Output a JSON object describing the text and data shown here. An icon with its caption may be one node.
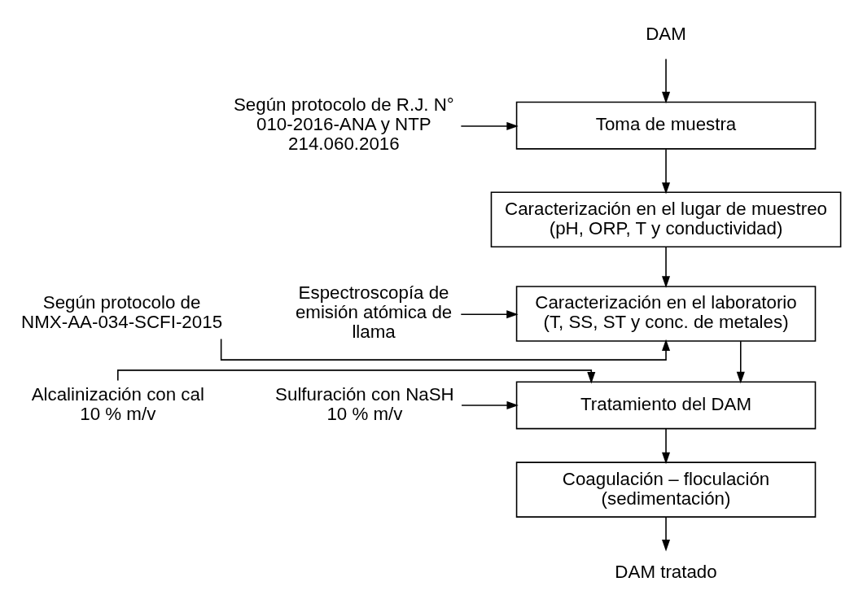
{
  "diagram": {
    "nodes": [
      {
        "text": [
          "DAM"
        ]
      },
      {
        "text": [
          "Según protocolo de R.J. N° 010-2016-ANA y NTP 214.060.2016"
        ]
      },
      {
        "text": [
          "Toma de muestra"
        ]
      },
      {
        "text": [
          "Caracterización en el lugar de muestreo",
          "(pH, ORP, T y conductividad)"
        ]
      },
      {
        "text": [
          "Según protocolo de NMX-AA-034-SCFI-2015"
        ]
      },
      {
        "text": [
          "Caracterización en el laboratorio",
          "(T, SS, ST y conc. de metales)"
        ]
      },
      {
        "text": [
          "Espectroscopía de emisión atómica de llama"
        ]
      },
      {
        "text": [
          "Alcalinización con cal 10 % m/v"
        ]
      },
      {
        "text": [
          "Tratamiento del DAM"
        ]
      },
      {
        "text": [
          "Sulfuración con NaSH 10 % m/v"
        ]
      },
      {
        "text": [
          "Coagulación – floculación",
          "(sedimentación)"
        ]
      },
      {
        "text": [
          "DAM tratado"
        ]
      }
    ],
    "edges": [
      {
        "from": 0,
        "to": 2,
        "arrow": "to"
      },
      {
        "from": 1,
        "to": 2,
        "arrow": "to"
      },
      {
        "from": 2,
        "to": 3,
        "arrow": "to"
      },
      {
        "from": 3,
        "to": 5,
        "arrow": "to"
      },
      {
        "from": 4,
        "to": 5,
        "arrow": "to"
      },
      {
        "from": 6,
        "to": 5,
        "arrow": "to"
      },
      {
        "from": 5,
        "to": 8,
        "arrow": "to"
      },
      {
        "from": 7,
        "to": 8,
        "arrow": "to"
      },
      {
        "from": 9,
        "to": 8,
        "arrow": "to"
      },
      {
        "from": 8,
        "to": 10,
        "arrow": "to"
      },
      {
        "from": 10,
        "to": 11,
        "arrow": "to"
      }
    ]
  }
}
